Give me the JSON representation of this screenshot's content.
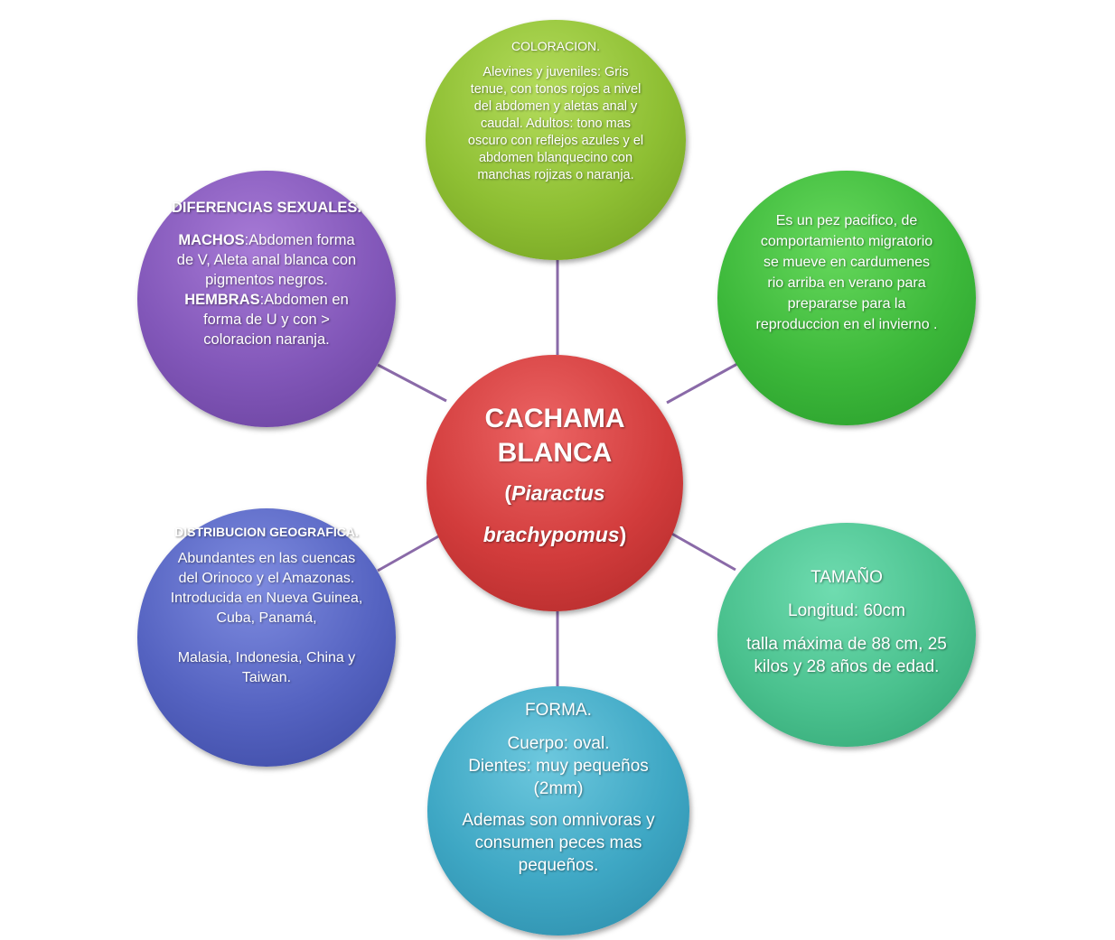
{
  "center": {
    "title_line1": "CACHAMA",
    "title_line2": "BLANCA",
    "sci_open": "(",
    "sci_genus": "Piaractus",
    "sci_species": "brachypomus",
    "sci_close": ")"
  },
  "coloracion": {
    "heading": "COLORACION.",
    "text": "Alevines y juveniles: Gris tenue, con tonos rojos a nivel del abdomen y aletas anal y caudal. Adultos: tono mas oscuro con reflejos azules y el abdomen blanquecino con manchas rojizas o naranja."
  },
  "comportamiento": {
    "text": "Es un pez pacifico, de comportamiento migratorio se mueve en cardumenes rio arriba en verano para prepararse para la reproduccion en el invierno ."
  },
  "tamano": {
    "heading": "TAMAÑO",
    "length": "Longitud: 60cm",
    "max": "talla máxima de 88 cm, 25 kilos y 28 años de edad."
  },
  "forma": {
    "heading": "FORMA.",
    "body": "Cuerpo: oval.",
    "teeth": "Dientes:  muy pequeños (2mm)",
    "diet": "Ademas son omnivoras y consumen peces mas pequeños."
  },
  "distribucion": {
    "heading": "DISTRIBUCION GEOGRAFICA.",
    "text": "Abundantes en las cuencas del Orinoco y el Amazonas. Introducida en Nueva Guinea, Cuba, Panamá,",
    "text2": "Malasia, Indonesia, China y Taiwan."
  },
  "diferencias": {
    "heading": "DIFERENCIAS SEXUALES.",
    "machos_label": "MACHOS",
    "machos_text": ":Abdomen forma de V, Aleta anal blanca con pigmentos negros.",
    "hembras_label": "HEMBRAS",
    "hembras_text": ":Abdomen en forma de U y con > coloracion naranja."
  },
  "colors": {
    "connector": "#8a6aa8",
    "center": "#d23c3c",
    "coloracion": "#8ebf33",
    "comportamiento": "#3cb83a",
    "tamano": "#4ac18e",
    "forma": "#3ea7c4",
    "distribucion": "#5563c1",
    "diferencias": "#8257b9"
  }
}
